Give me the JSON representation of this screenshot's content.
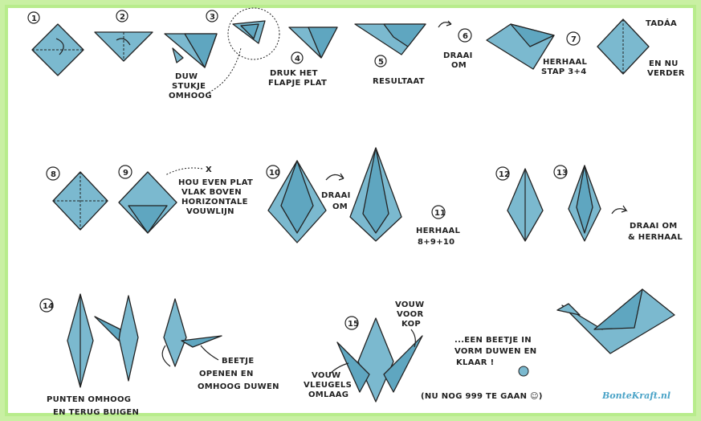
{
  "steps": {
    "s1": "1",
    "s2": "2",
    "s3": "3",
    "s4": "4",
    "s5": "5",
    "s6": "6",
    "s7": "7",
    "s8": "8",
    "s9": "9",
    "s10": "10",
    "s11": "11",
    "s12": "12",
    "s13": "13",
    "s14": "14",
    "s15": "15"
  },
  "labels": {
    "l3a": "DUW",
    "l3b": "STUKJE",
    "l3c": "OMHOOG",
    "l4a": "DRUK HET",
    "l4b": "FLAPJE PLAT",
    "l5": "RESULTAAT",
    "l6a": "DRAAI",
    "l6b": "OM",
    "l7a": "HERHAAL",
    "l7b": "STAP 3+4",
    "tada": "TADÁA",
    "l7c": "EN NU",
    "l7d": "VERDER",
    "l9a": "HOU EVEN PLAT",
    "l9b": "VLAK BOVEN",
    "l9c": "HORIZONTALE",
    "l9d": "VOUWLIJN",
    "l10a": "DRAAI",
    "l10b": "OM",
    "l11a": "HERHAAL",
    "l11b": "8+9+10",
    "l13a": "DRAAI OM",
    "l13b": "& HERHAAL",
    "l14a": "PUNTEN OMHOOG",
    "l14b": "EN TERUG BUIGEN",
    "l14c": "BEETJE",
    "l14d": "OPENEN EN",
    "l14e": "OMHOOG DUWEN",
    "l15a": "VOUW",
    "l15b": "VOOR",
    "l15c": "KOP",
    "l15d": "VOUW",
    "l15e": "VLEUGELS",
    "l15f": "OMLAAG",
    "l16a": "...EEN BEETJE IN",
    "l16b": "VORM DUWEN EN",
    "l16c": "KLAAR !",
    "l16d": "(NU NOG 999 TE GAAN ☺)",
    "x": "X"
  },
  "logo": "BonteKraft.nl",
  "colors": {
    "paper": "#7bb9cf",
    "border": "#b8ec8c",
    "logo": "#4aa3c7"
  }
}
